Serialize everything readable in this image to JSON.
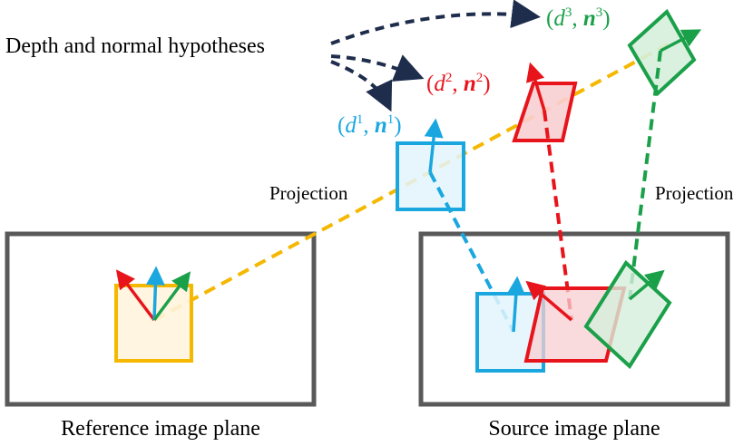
{
  "labels": {
    "hypotheses": "Depth and normal hypotheses",
    "projection_left": "Projection",
    "projection_right": "Projection",
    "reference_plane": "Reference image plane",
    "source_plane": "Source image plane"
  },
  "hypotheses": [
    {
      "depth": "d",
      "normal": "n",
      "index": "1",
      "color": "#1aa7e0"
    },
    {
      "depth": "d",
      "normal": "n",
      "index": "2",
      "color": "#e8141c"
    },
    {
      "depth": "d",
      "normal": "n",
      "index": "3",
      "color": "#1ba04a"
    }
  ],
  "colors": {
    "plane_border": "#595959",
    "reference_patch": "#f5b800",
    "ray": "#f5b800",
    "hypothesis_arrows": "#1f2d4d",
    "blue": "#1aa7e0",
    "red": "#e8141c",
    "green": "#1ba04a"
  }
}
